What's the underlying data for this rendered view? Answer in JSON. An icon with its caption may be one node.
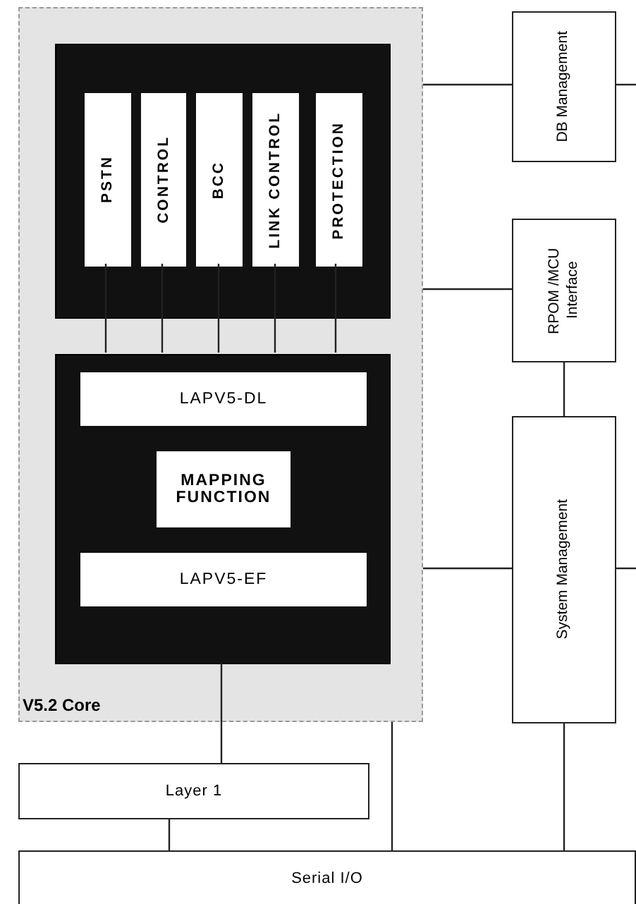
{
  "diagram": {
    "nodes": [
      {
        "text": [
          "V5.2 Core"
        ]
      },
      {
        "text": [],
        "shape": "box",
        "in": 0
      },
      {
        "text": [
          "PSTN"
        ],
        "in": 1
      },
      {
        "text": [
          "CONTROL"
        ],
        "in": 1
      },
      {
        "text": [
          "BCC"
        ],
        "in": 1
      },
      {
        "text": [
          "LINK CONTROL"
        ],
        "in": 1
      },
      {
        "text": [
          "PROTECTION"
        ],
        "in": 1
      },
      {
        "text": [],
        "shape": "box",
        "in": 0
      },
      {
        "text": [
          "LAPV5-DL"
        ],
        "in": 7
      },
      {
        "text": [
          "MAPPING FUNCTION"
        ],
        "in": 7
      },
      {
        "text": [
          "LAPV5-EF"
        ],
        "in": 7
      },
      {
        "text": [
          "DB Management"
        ]
      },
      {
        "text": [
          "RPOM /MCU Interface"
        ]
      },
      {
        "text": [
          "System Management"
        ]
      },
      {
        "text": [
          "Layer 1"
        ]
      },
      {
        "text": [
          "Serial I/O"
        ]
      }
    ],
    "edges": [
      {
        "from": 2,
        "to": 7,
        "arrow": "none"
      },
      {
        "from": 3,
        "to": 7,
        "arrow": "none"
      },
      {
        "from": 4,
        "to": 7,
        "arrow": "none"
      },
      {
        "from": 5,
        "to": 7,
        "arrow": "none"
      },
      {
        "from": 6,
        "to": 7,
        "arrow": "none"
      },
      {
        "from": 7,
        "to": 14,
        "arrow": "none"
      },
      {
        "from": 14,
        "to": 15,
        "arrow": "none"
      },
      {
        "from": 0,
        "to": 15,
        "arrow": "none"
      },
      {
        "from": 0,
        "to": 11,
        "arrow": "none"
      },
      {
        "from": 11,
        "to": null,
        "arrow": "none"
      },
      {
        "from": 0,
        "to": 12,
        "arrow": "none"
      },
      {
        "from": 12,
        "to": 13,
        "arrow": "none"
      },
      {
        "from": 0,
        "to": 13,
        "arrow": "none"
      },
      {
        "from": 13,
        "to": null,
        "arrow": "none"
      },
      {
        "from": 13,
        "to": 15,
        "arrow": "none"
      }
    ]
  }
}
